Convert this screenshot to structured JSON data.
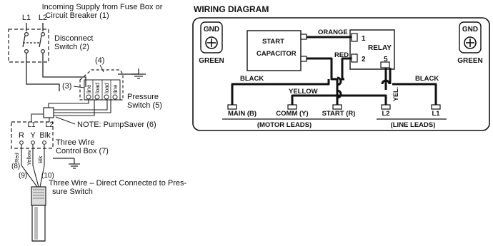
{
  "left": {
    "supply_line1": "Incoming Supply from Fuse Box or",
    "supply_line2": "Circuit Breaker (1)",
    "l1": "L1",
    "l2": "L2",
    "disconnect_line1": "Disconnect",
    "disconnect_line2": "Switch (2)",
    "n3": "(3)",
    "n4": "(4)",
    "ps_line": "line",
    "ps_load": "load",
    "pressure_line1": "Pressure",
    "pressure_line2": "Switch (5)",
    "note": "NOTE: PumpSaver (6)",
    "cb_l1": "L1",
    "cb_l2": "L2",
    "cb_r": "R",
    "cb_y": "Y",
    "cb_blk": "Blk",
    "controlbox_line1": "Three Wire",
    "controlbox_line2": "Control Box (7)",
    "wire_red": "Red",
    "wire_yellow": "Yellow",
    "wire_blk": "Blk",
    "n8": "(8)",
    "n9": "(9)",
    "n10": "(10)",
    "threewire_line1": "Three Wire – Direct Connected to Pres-",
    "threewire_line2": "sure Switch"
  },
  "right": {
    "heading": "WIRING DIAGRAM",
    "gnd": "GND",
    "green": "GREEN",
    "start": "START",
    "capacitor": "CAPACITOR",
    "orange": "ORANGE",
    "relay": "RELAY",
    "relay_t1": "1",
    "relay_t2": "2",
    "relay_t5": "5",
    "red": "RED",
    "black": "BLACK",
    "yellow": "YELLOW",
    "yel": "YEL.",
    "main": "MAIN (B)",
    "comm": "COMM (Y)",
    "start_r": "START (R)",
    "l2": "L2",
    "l1": "L1",
    "motor_leads": "(MOTOR LEADS)",
    "line_leads": "(LINE LEADS)"
  }
}
